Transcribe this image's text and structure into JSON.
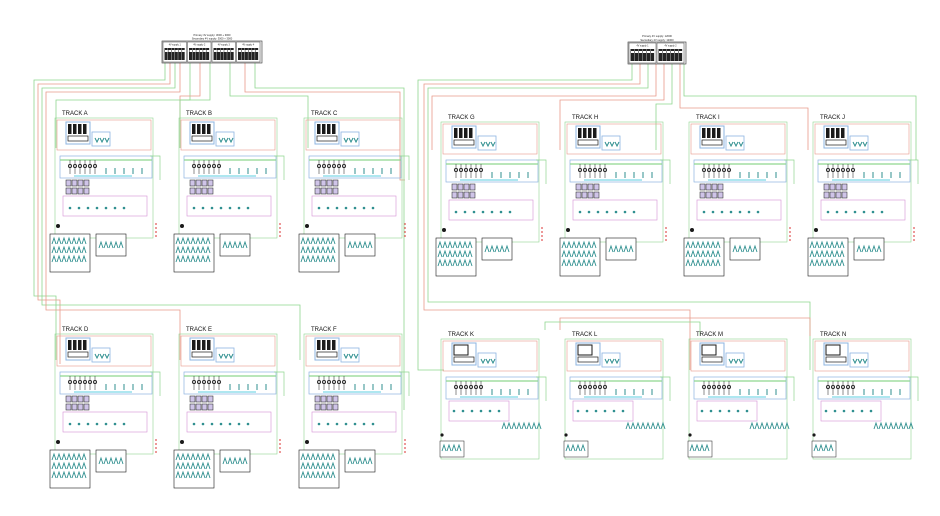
{
  "power_supplies": [
    {
      "primary": "Primary 4V supply: 3000 + 3000",
      "secondary": "Secondary 4V supply: 3000 + 3000",
      "units": [
        "4V supply 1",
        "4V supply 2",
        "4V supply 3",
        "4V supply 4"
      ]
    },
    {
      "primary": "Primary 4V supply: 12000",
      "secondary": "Secondary 4V supply: 12000",
      "units": [
        "4V supply 1",
        "4V supply 2"
      ]
    }
  ],
  "tracks": [
    {
      "label": "TRACK A"
    },
    {
      "label": "TRACK B"
    },
    {
      "label": "TRACK C"
    },
    {
      "label": "TRACK D"
    },
    {
      "label": "TRACK E"
    },
    {
      "label": "TRACK F"
    },
    {
      "label": "TRACK G"
    },
    {
      "label": "TRACK H"
    },
    {
      "label": "TRACK I"
    },
    {
      "label": "TRACK J"
    },
    {
      "label": "TRACK K"
    },
    {
      "label": "TRACK L"
    },
    {
      "label": "TRACK M"
    },
    {
      "label": "TRACK N"
    }
  ],
  "colors": {
    "wire_green": "#8fd68f",
    "wire_red": "#e89a8a",
    "wire_blue": "#8db4e2",
    "wire_cyan": "#5ecfe0",
    "wire_magenta": "#d68fd6",
    "dark": "#1a1a1a",
    "teal": "#2f8f8f"
  }
}
